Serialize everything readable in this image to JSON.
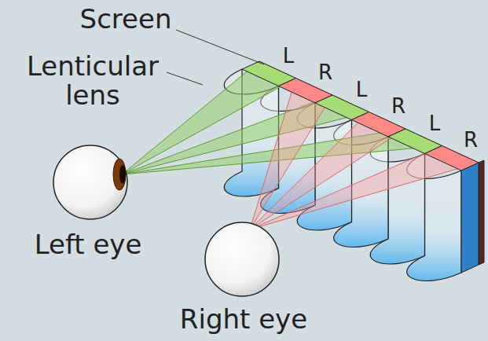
{
  "diagram": {
    "labels": [
      "Screen",
      "Lenticular lens",
      "L",
      "R",
      "L",
      "R",
      "L",
      "R",
      "Left eye",
      "Right eye"
    ]
  }
}
